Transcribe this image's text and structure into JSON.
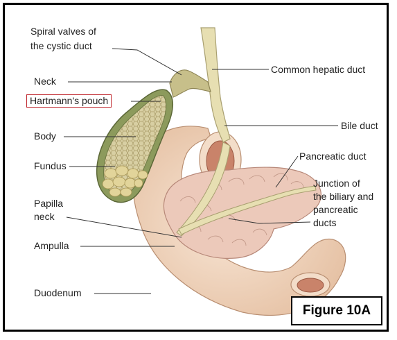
{
  "labels": {
    "spiral_valves_line1": "Spiral valves of",
    "spiral_valves_line2": "the cystic duct",
    "neck": "Neck",
    "hartmanns_pouch": "Hartmann's pouch",
    "body": "Body",
    "fundus": "Fundus",
    "papilla_neck_line1": "Papilla",
    "papilla_neck_line2": "neck",
    "ampulla": "Ampulla",
    "duodenum": "Duodenum",
    "common_hepatic_duct": "Common hepatic duct",
    "bile_duct": "Bile duct",
    "pancreatic_duct": "Pancreatic duct",
    "junction_line1": "Junction of",
    "junction_line2": "the biliary and",
    "junction_line3": "pancreatic",
    "junction_line4": "ducts"
  },
  "figure_label": "Figure 10A",
  "colors": {
    "highlight_box": "#c0262d",
    "duodenum": "#f2d7c0",
    "pancreas": "#e9c2b4",
    "gallbladder_wall": "#8c9a5c",
    "bile_duct": "#e7dfb2"
  }
}
